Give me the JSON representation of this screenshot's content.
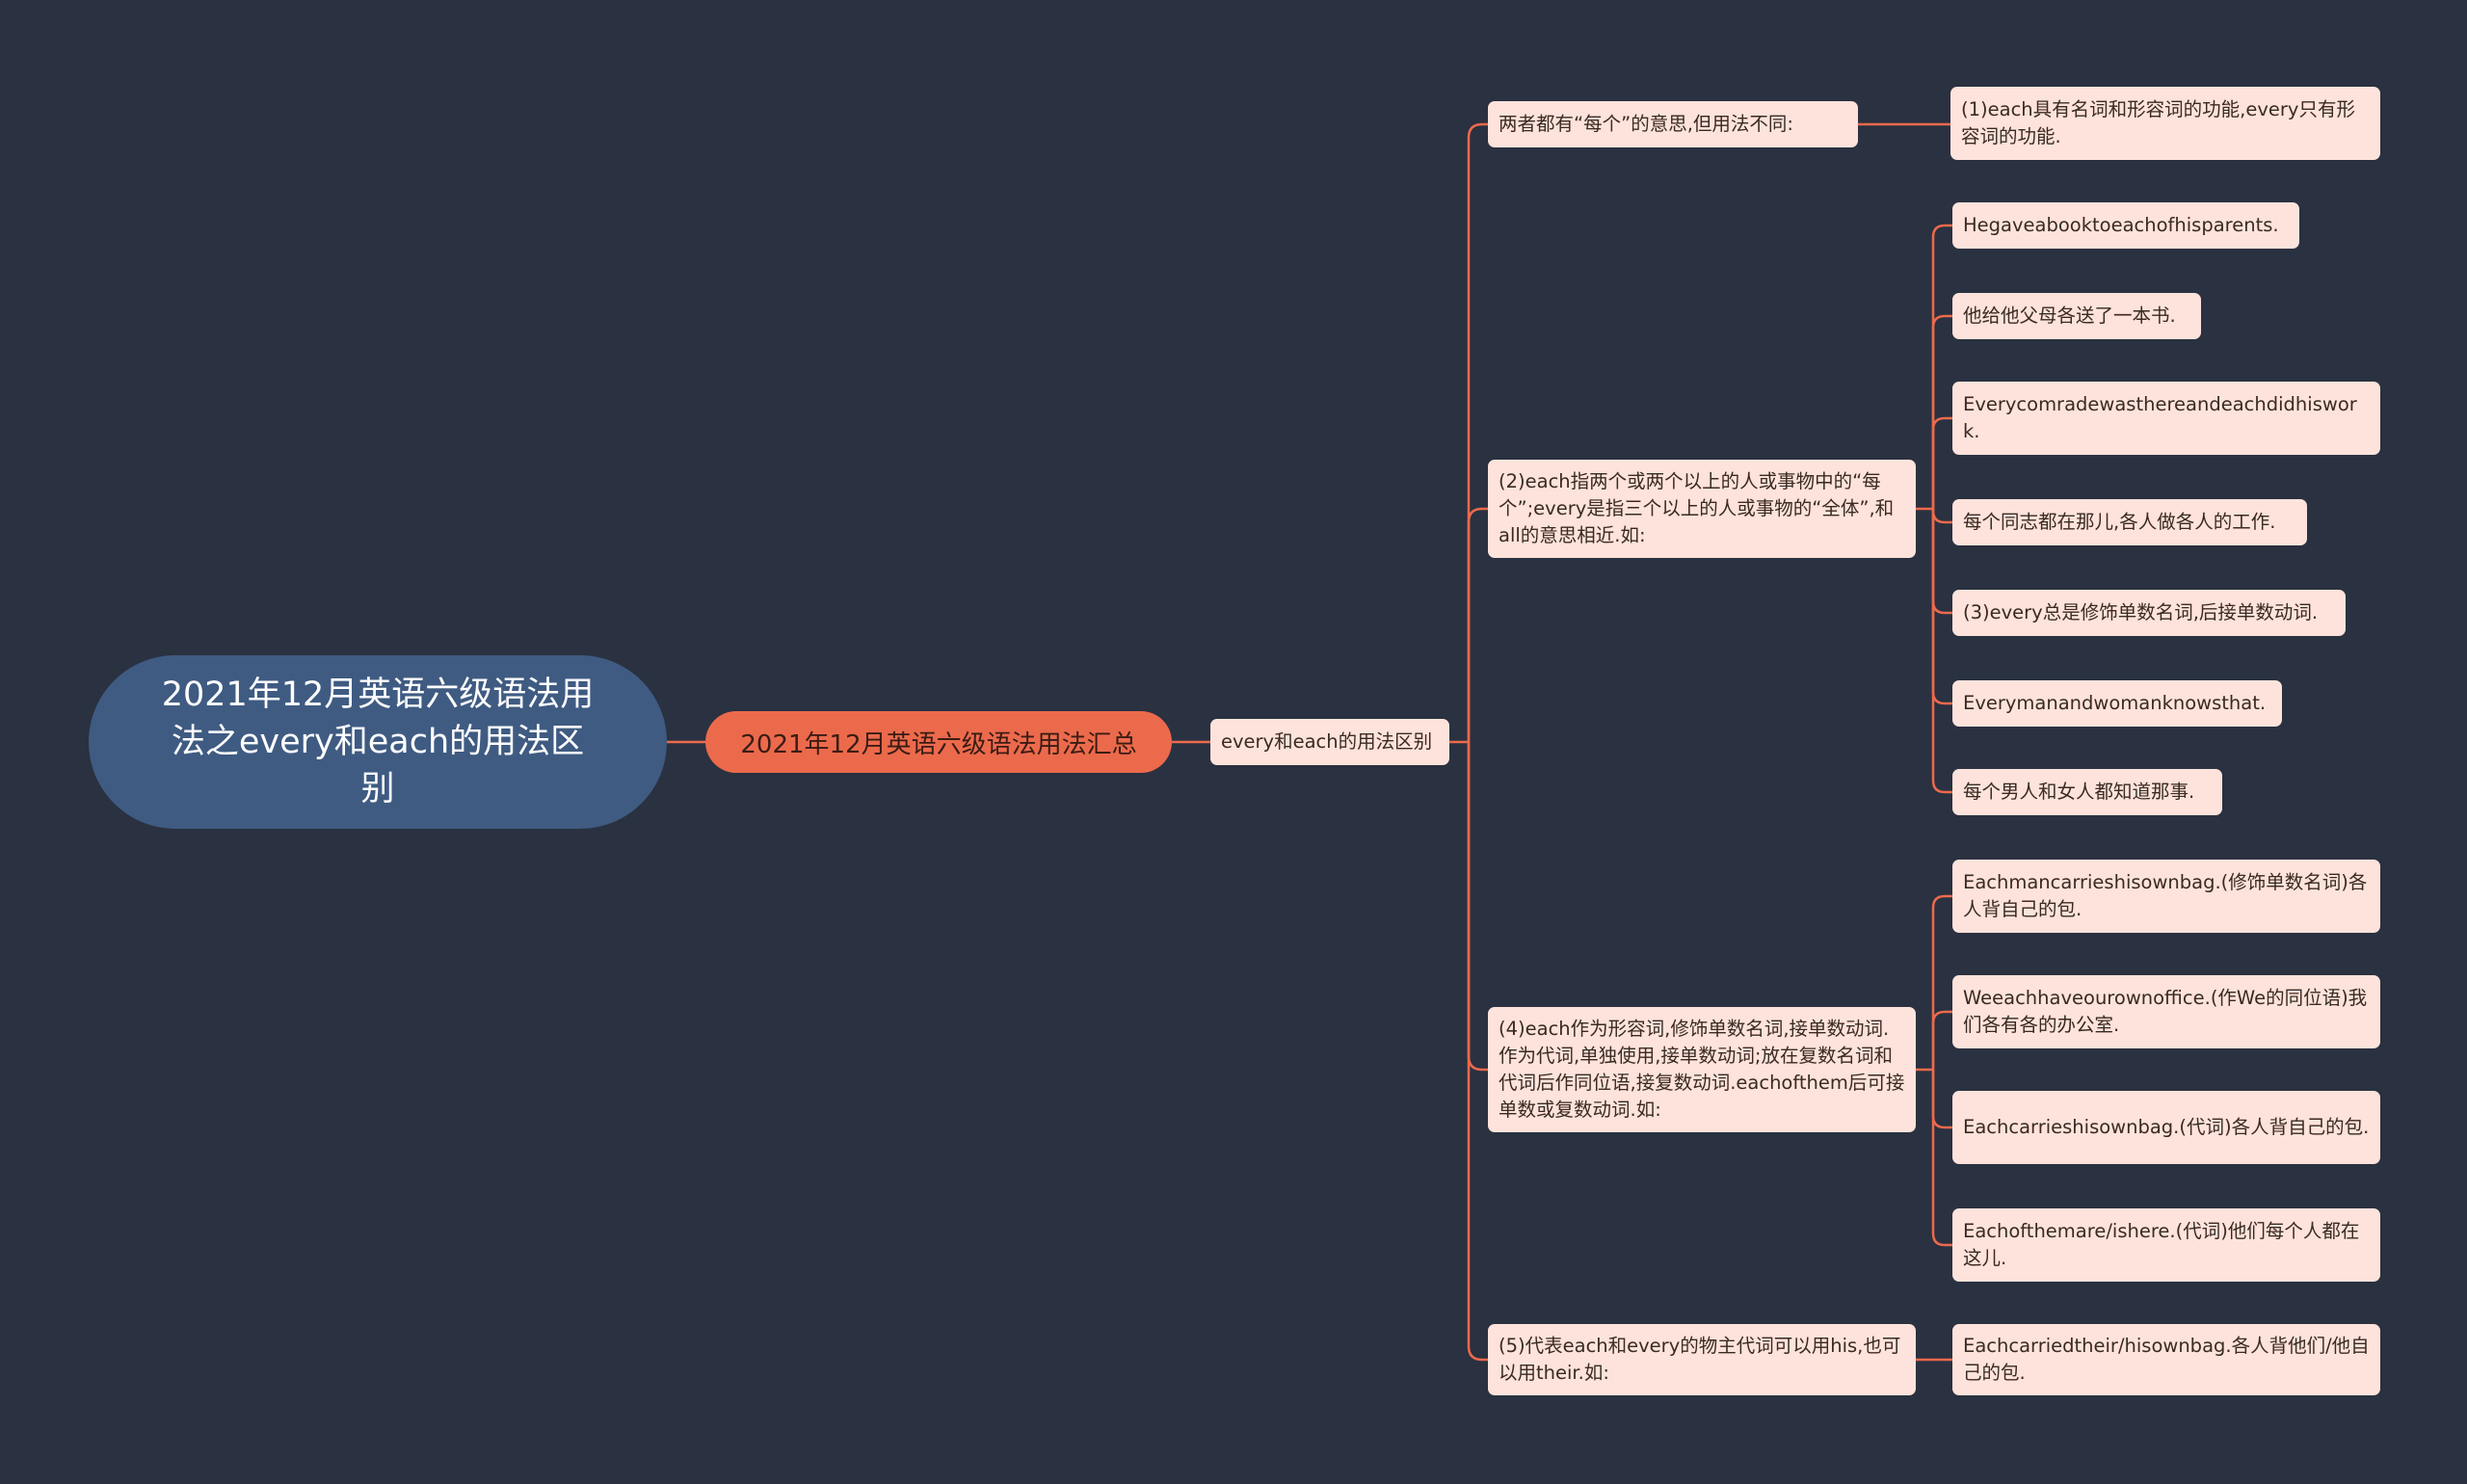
{
  "colors": {
    "background": "#2a3140",
    "root": "#3f5b82",
    "branch": "#ec6a4c",
    "leaf": "#fde3db",
    "connector": "#ec6a4c"
  },
  "root": {
    "text": "2021年12月英语六级语法用法之every和each的用法区别"
  },
  "level1": {
    "text": "2021年12月英语六级语法用法汇总"
  },
  "level2": {
    "text": "every和each的用法区别"
  },
  "groups": [
    {
      "text": "两者都有“每个”的意思,但用法不同:",
      "children": [
        "(1)each具有名词和形容词的功能,every只有形容词的功能."
      ]
    },
    {
      "text": "(2)each指两个或两个以上的人或事物中的“每个”;every是指三个以上的人或事物的“全体”,和all的意思相近.如:",
      "children": [
        "Hegaveabooktoeachofhisparents.",
        "他给他父母各送了一本书.",
        "Everycomradewasthereandeachdidhiswork.",
        "每个同志都在那儿,各人做各人的工作.",
        "(3)every总是修饰单数名词,后接单数动词.",
        "Everymanandwomanknowsthat.",
        "每个男人和女人都知道那事."
      ]
    },
    {
      "text": "(4)each作为形容词,修饰单数名词,接单数动词.作为代词,单独使用,接单数动词;放在复数名词和代词后作同位语,接复数动词.eachofthem后可接单数或复数动词.如:",
      "children": [
        "Eachmancarrieshisownbag.(修饰单数名词)各人背自己的包.",
        "Weeachhaveourownoffice.(作We的同位语)我们各有各的办公室.",
        "Eachcarrieshisownbag.(代词)各人背自己的包.",
        "Eachofthemare/ishere.(代词)他们每个人都在这儿."
      ]
    },
    {
      "text": "(5)代表each和every的物主代词可以用his,也可以用their.如:",
      "children": [
        "Eachcarriedtheir/hisownbag.各人背他们/他自己的包."
      ]
    }
  ]
}
